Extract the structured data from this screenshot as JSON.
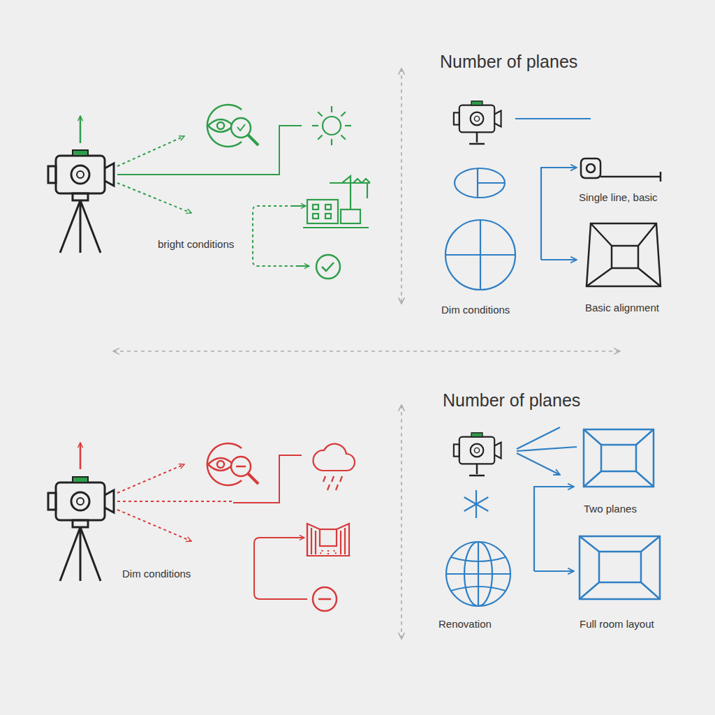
{
  "diagram": {
    "labels": [
      "Number of planes",
      "bright conditions",
      "Single line, basic",
      "Dim conditions",
      "Basic alignment",
      "Number of planes",
      "Two planes",
      "Dim conditions",
      "Renovation",
      "Full room layout"
    ]
  }
}
